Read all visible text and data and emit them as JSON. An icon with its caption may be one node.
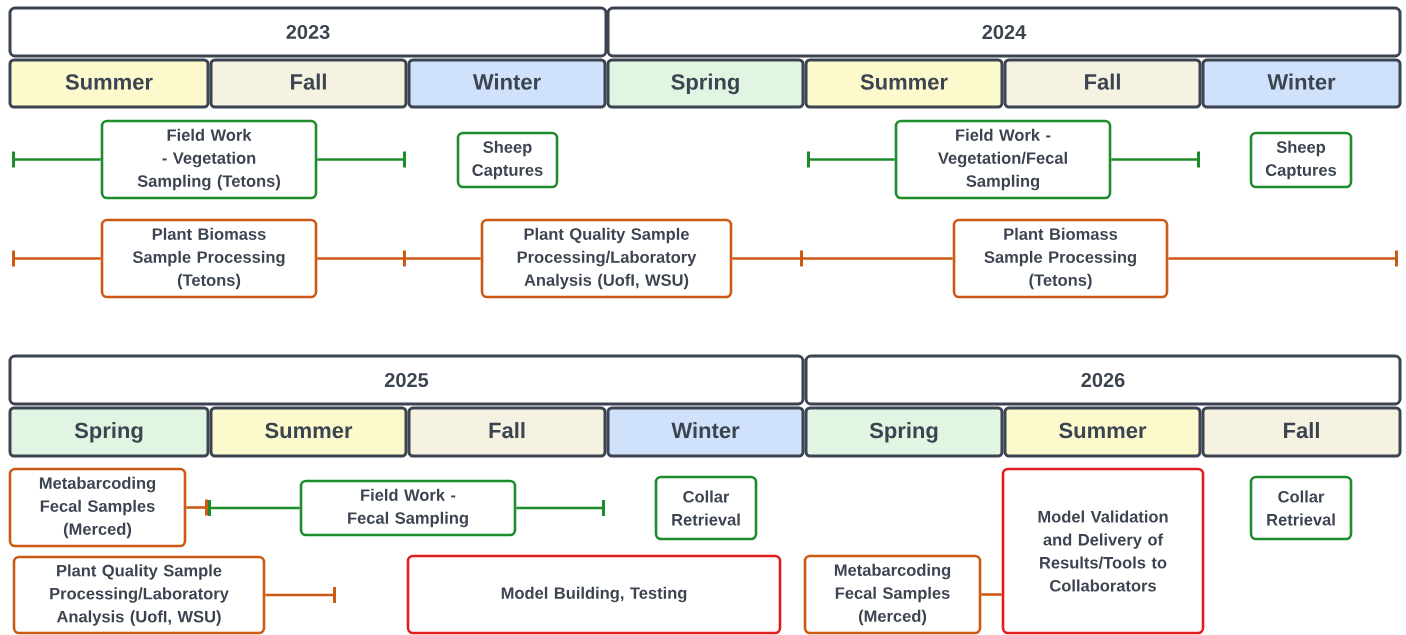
{
  "diagram": {
    "nodes": [
      {
        "text": [
          "2023"
        ]
      },
      {
        "text": [
          "2024"
        ]
      },
      {
        "text": [
          "Summer"
        ]
      },
      {
        "text": [
          "Fall"
        ]
      },
      {
        "text": [
          "Winter"
        ]
      },
      {
        "text": [
          "Spring"
        ]
      },
      {
        "text": [
          "Summer"
        ]
      },
      {
        "text": [
          "Fall"
        ]
      },
      {
        "text": [
          "Winter"
        ]
      },
      {
        "text": [
          "Field Work - Vegetation Sampling (Tetons)"
        ]
      },
      {
        "text": [
          "Sheep Captures"
        ]
      },
      {
        "text": [
          "Field Work - Vegetation/Fecal Sampling"
        ]
      },
      {
        "text": [
          "Sheep Captures"
        ]
      },
      {
        "text": [
          "Plant Biomass Sample Processing (Tetons)"
        ]
      },
      {
        "text": [
          "Plant Quality Sample Processing/Laboratory Analysis (UofI, WSU)"
        ]
      },
      {
        "text": [
          "Plant Biomass Sample Processing (Tetons)"
        ]
      },
      {
        "text": [
          "2025"
        ]
      },
      {
        "text": [
          "2026"
        ]
      },
      {
        "text": [
          "Spring"
        ]
      },
      {
        "text": [
          "Summer"
        ]
      },
      {
        "text": [
          "Fall"
        ]
      },
      {
        "text": [
          "Winter"
        ]
      },
      {
        "text": [
          "Spring"
        ]
      },
      {
        "text": [
          "Summer"
        ]
      },
      {
        "text": [
          "Fall"
        ]
      },
      {
        "text": [
          "Metabarcoding Fecal Samples (Merced)"
        ]
      },
      {
        "text": [
          "Field Work - Fecal Sampling"
        ]
      },
      {
        "text": [
          "Collar Retrieval"
        ]
      },
      {
        "text": [
          "Model Validation and Delivery of Results/Tools to Collaborators"
        ]
      },
      {
        "text": [
          "Collar Retrieval"
        ]
      },
      {
        "text": [
          "Plant Quality Sample Processing/Laboratory Analysis (UofI, WSU)"
        ]
      },
      {
        "text": [
          "Model Building, Testing"
        ]
      },
      {
        "text": [
          "Metabarcoding Fecal Samples (Merced)"
        ]
      }
    ],
    "edges": [
      {
        "from": null,
        "to": 9,
        "arrow": "other",
        "color": "#1e8c2b"
      },
      {
        "from": 9,
        "to": null,
        "arrow": "other",
        "color": "#1e8c2b"
      },
      {
        "from": null,
        "to": 11,
        "arrow": "other",
        "color": "#1e8c2b"
      },
      {
        "from": 11,
        "to": null,
        "arrow": "other",
        "color": "#1e8c2b"
      },
      {
        "from": null,
        "to": 13,
        "arrow": "other"
      },
      {
        "from": 13,
        "to": null,
        "arrow": "other"
      },
      {
        "from": null,
        "to": 14,
        "arrow": "none"
      },
      {
        "from": 14,
        "to": null,
        "arrow": "other"
      },
      {
        "from": null,
        "to": 15,
        "arrow": "none"
      },
      {
        "from": 15,
        "to": null,
        "arrow": "other"
      },
      {
        "from": 25,
        "to": null,
        "arrow": "other"
      },
      {
        "from": null,
        "to": 26,
        "arrow": "other",
        "color": "#1e8c2b"
      },
      {
        "from": 26,
        "to": null,
        "arrow": "other",
        "color": "#1e8c2b"
      },
      {
        "from": 30,
        "to": null,
        "arrow": "other"
      },
      {
        "from": 32,
        "to": 28,
        "arrow": "none"
      }
    ]
  }
}
